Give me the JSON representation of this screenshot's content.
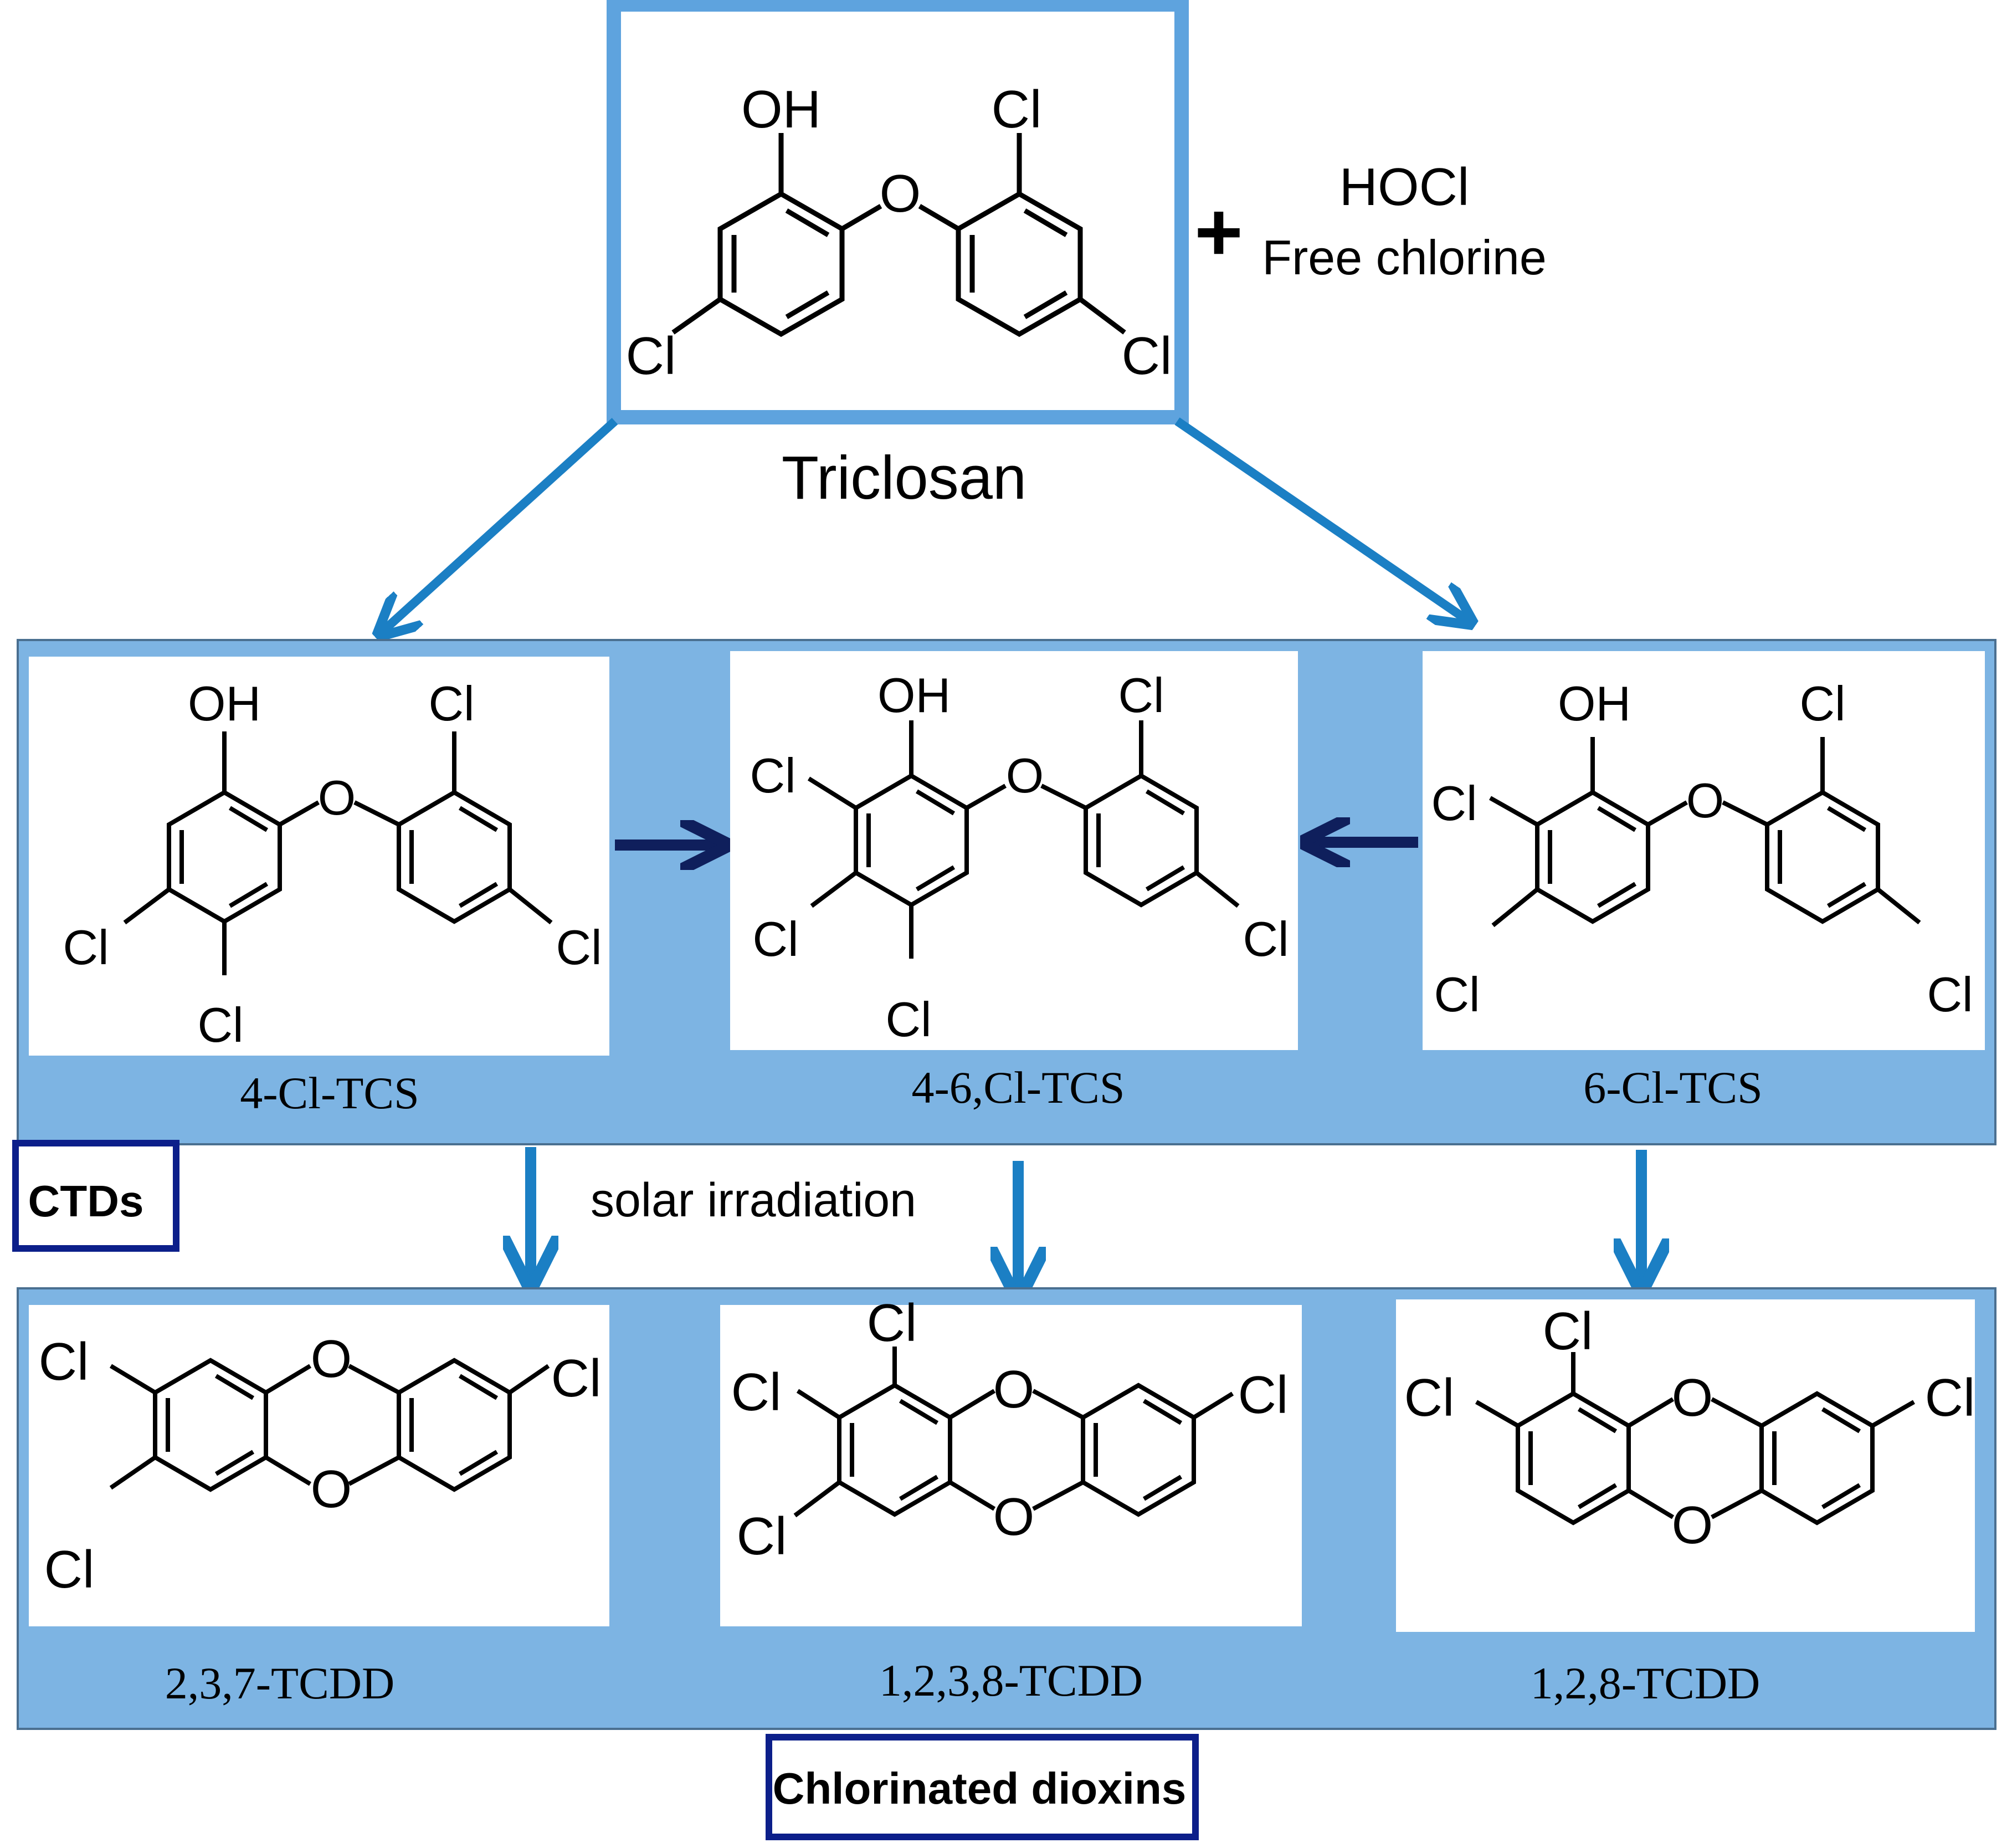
{
  "triclosan": {
    "name": "Triclosan",
    "labels": {
      "oh": "OH",
      "o": "O",
      "cl_top": "Cl",
      "cl_left": "Cl",
      "cl_right": "Cl"
    }
  },
  "reagent": {
    "plus": "+",
    "formula": "HOCl",
    "name": "Free chlorine"
  },
  "ctds": {
    "tag": "CTDs",
    "compounds": [
      {
        "name": "4-Cl-TCS",
        "oh": "OH",
        "o": "O",
        "cl": [
          "Cl",
          "Cl",
          "Cl",
          "Cl"
        ]
      },
      {
        "name": "4-6,Cl-TCS",
        "oh": "OH",
        "o": "O",
        "cl": [
          "Cl",
          "Cl",
          "Cl",
          "Cl",
          "Cl"
        ]
      },
      {
        "name": "6-Cl-TCS",
        "oh": "OH",
        "o": "O",
        "cl": [
          "Cl",
          "Cl",
          "Cl",
          "Cl"
        ]
      }
    ]
  },
  "process": {
    "label": "solar irradiation"
  },
  "dioxins": {
    "tag": "Chlorinated dioxins",
    "compounds": [
      {
        "name": "2,3,7-TCDD",
        "o": [
          "O",
          "O"
        ],
        "cl": [
          "Cl",
          "Cl",
          "Cl"
        ]
      },
      {
        "name": "1,2,3,8-TCDD",
        "o": [
          "O",
          "O"
        ],
        "cl": [
          "Cl",
          "Cl",
          "Cl",
          "Cl"
        ]
      },
      {
        "name": "1,2,8-TCDD",
        "o": [
          "O",
          "O"
        ],
        "cl": [
          "Cl",
          "Cl",
          "Cl"
        ]
      }
    ]
  },
  "colors": {
    "panel": "#7db4e3",
    "frame": "#5ea3de",
    "arrow": "#1b7fc4",
    "dark_arrow": "#0f1f5c",
    "tag_border": "#0c1f8a"
  }
}
